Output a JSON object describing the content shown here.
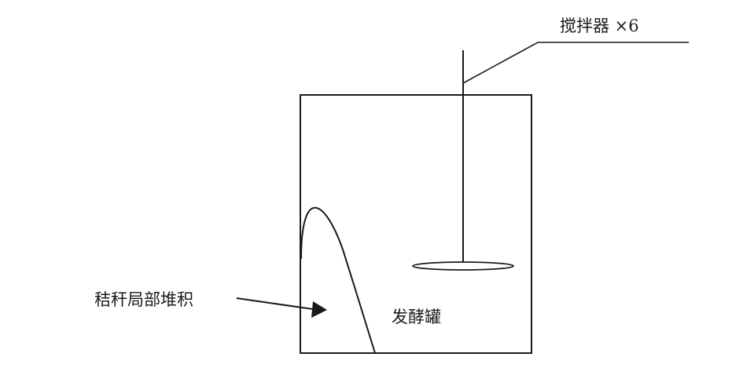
{
  "diagram": {
    "labels": {
      "stirrer": "搅拌器 ×6",
      "tank": "发酵罐",
      "straw_pile": "秸秆局部堆积"
    },
    "colors": {
      "stroke": "#1a1a1a",
      "background": "#ffffff"
    }
  }
}
